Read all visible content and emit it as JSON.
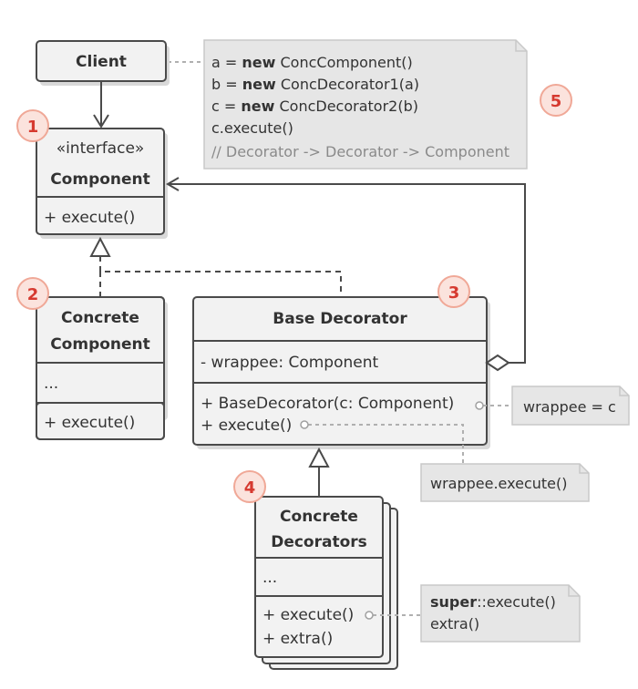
{
  "client": {
    "label": "Client"
  },
  "component": {
    "stereotype": "«interface»",
    "name": "Component",
    "method": "+ execute()"
  },
  "concrete_component": {
    "name_line1": "Concrete",
    "name_line2": "Component",
    "fields": "...",
    "method": "+ execute()"
  },
  "base_decorator": {
    "name": "Base Decorator",
    "field": "- wrappee: Component",
    "constructor": "+ BaseDecorator(c: Component)",
    "method": "+ execute()"
  },
  "concrete_decorators": {
    "name_line1": "Concrete",
    "name_line2": "Decorators",
    "fields": "...",
    "method1": "+ execute()",
    "method2": "+ extra()"
  },
  "client_note": {
    "lines": [
      {
        "var": "a = ",
        "kw": "new",
        "rest": " ConcComponent()"
      },
      {
        "var": "b = ",
        "kw": "new",
        "rest": " ConcDecorator1(a)"
      },
      {
        "var": "c = ",
        "kw": "new",
        "rest": " ConcDecorator2(b)"
      }
    ],
    "line4": "c.execute()",
    "comment": "// Decorator -> Decorator -> Component"
  },
  "notes": {
    "constructor": "wrappee = c",
    "execute": "wrappee.execute()",
    "decorator_kw": "super",
    "decorator_rest": "::execute()",
    "decorator_line2": "extra()"
  },
  "badges": [
    "1",
    "2",
    "3",
    "4",
    "5"
  ]
}
